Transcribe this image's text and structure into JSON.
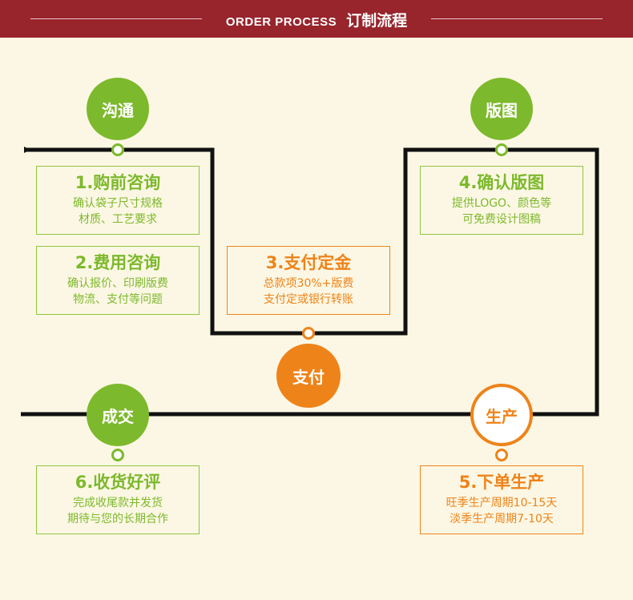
{
  "header": {
    "title_en": "ORDER PROCESS",
    "title_cn": "订制流程"
  },
  "colors": {
    "banner": "#98242c",
    "green": "#7cb92c",
    "orange": "#ee8319",
    "background": "#fcf7e4",
    "line": "#111111"
  },
  "steps": {
    "communicate": {
      "label": "沟通",
      "title": "1.购前咨询",
      "lines": [
        "确认袋子尺寸规格",
        "材质、工艺要求"
      ]
    },
    "fee": {
      "title": "2.费用咨询",
      "lines": [
        "确认报价、印刷版费",
        "物流、支付等问题"
      ]
    },
    "pay": {
      "label": "支付",
      "title": "3.支付定金",
      "lines": [
        "总款项30%+版费",
        "支付定或银行转账"
      ]
    },
    "layout": {
      "label": "版图",
      "title": "4.确认版图",
      "lines": [
        "提供LOGO、颜色等",
        "可免费设计图稿"
      ]
    },
    "produce": {
      "label": "生产",
      "title": "5.下单生产",
      "lines": [
        "旺季生产周期10-15天",
        "淡季生产周期7-10天"
      ]
    },
    "deal": {
      "label": "成交",
      "title": "6.收货好评",
      "lines": [
        "完成收尾款并发货",
        "期待与您的长期合作"
      ]
    }
  }
}
